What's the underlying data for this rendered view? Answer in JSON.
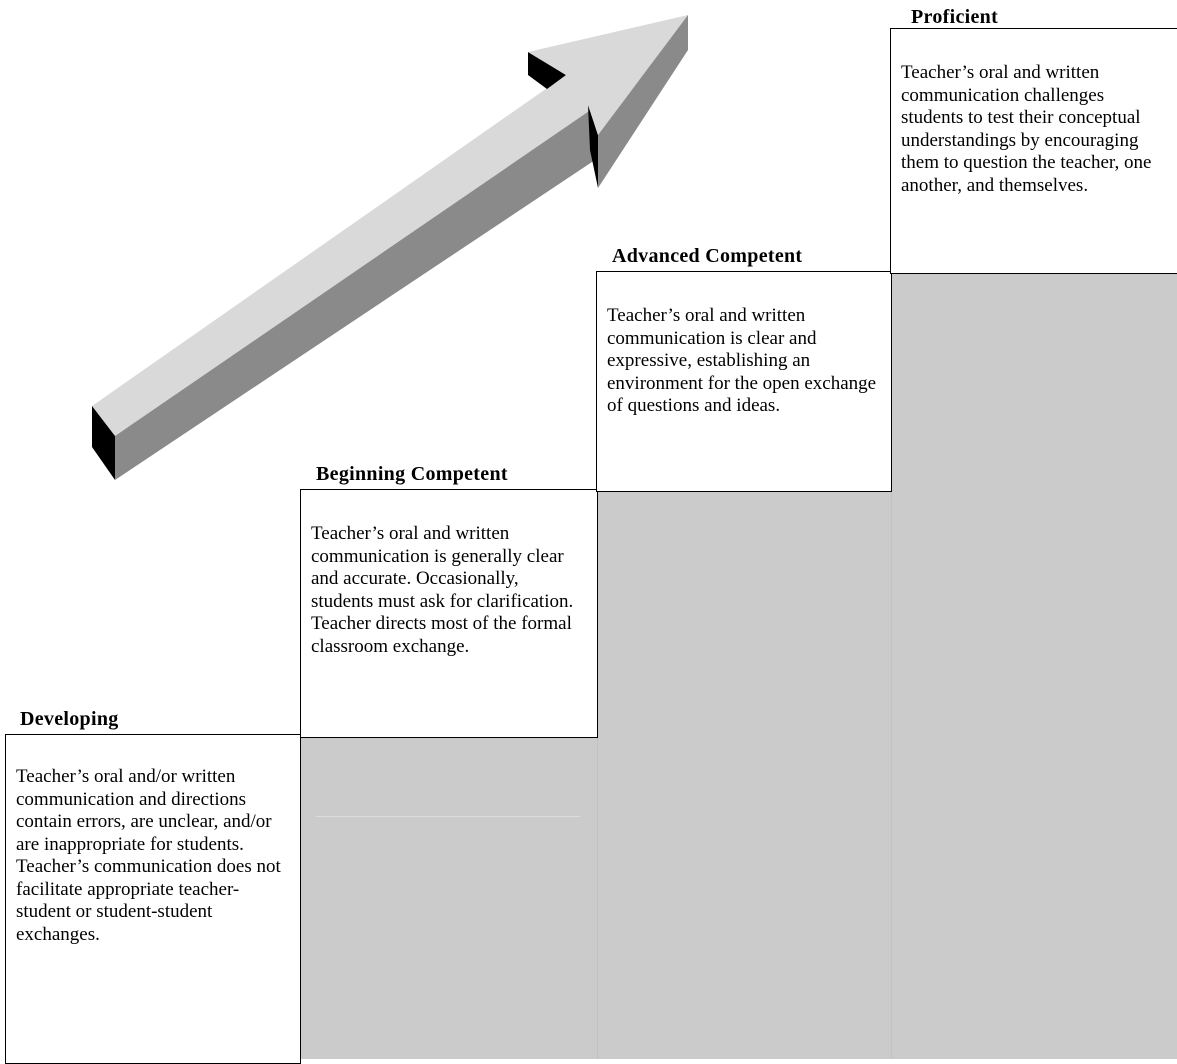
{
  "levels": [
    {
      "title": "Developing",
      "description": "Teacher’s oral and/or written communication and directions contain errors, are unclear, and/or are inappropriate for students. Teacher’s communication does not facilitate appropriate teacher-student or student-student exchanges."
    },
    {
      "title": "Beginning Competent",
      "description": "Teacher’s oral and written communication is generally clear and accurate. Occasionally, students must ask for clarification. Teacher directs most of the formal classroom exchange."
    },
    {
      "title": "Advanced Competent",
      "description": "Teacher’s oral and written communication is clear and expressive, establishing an environment for the open exchange of questions and ideas."
    },
    {
      "title": "Proficient",
      "description": "Teacher’s oral and written communication challenges students to test their conceptual understandings by encouraging them to question the teacher, one another, and themselves."
    }
  ],
  "colors": {
    "step_fill": "#cbcbcb",
    "arrow_top": "#d9d9d9",
    "arrow_side": "#8a8a8a",
    "arrow_end": "#000000"
  }
}
